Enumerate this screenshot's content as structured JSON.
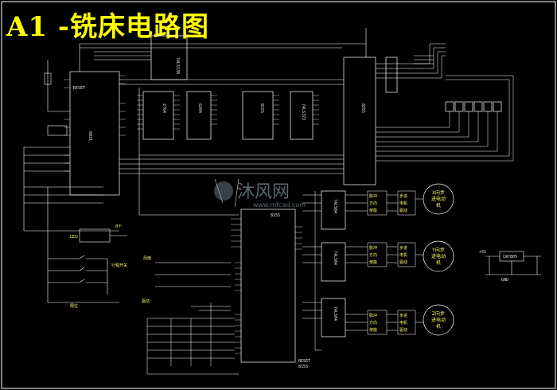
{
  "title": "A1 -铣床电路图",
  "chips": {
    "cpu_main": "8031",
    "eprom1": "2764",
    "eprom2": "6264",
    "eprom3": "8155",
    "port_top": "8255",
    "port_mid": "8155",
    "driver1": "74LS04",
    "driver2": "74LS04",
    "driver3": "74LS04",
    "latch": "74LS373",
    "decoder": "74LS138",
    "reset": "RESET",
    "regulator": "CW7805"
  },
  "labels": {
    "led": "LED",
    "led_sub": "8个",
    "keys": "行程开关",
    "reset_label": "RESET",
    "bottom_chip": "8155",
    "limit": "限位",
    "ccw": "电机",
    "pulse": "脉冲",
    "dir": "方向",
    "enable": "使能",
    "drive": "驱动",
    "fan": "风扇",
    "row_labels": [
      "脉冲",
      "方向",
      "使能"
    ],
    "col_labels": [
      "步进",
      "电机",
      "驱动"
    ]
  },
  "motors": [
    {
      "line1": "X向步",
      "line2": "进电动",
      "line3": "机"
    },
    {
      "line1": "Y向步",
      "line2": "进电动",
      "line3": "机"
    },
    {
      "line1": "Z向步",
      "line2": "进电动",
      "line3": "机"
    }
  ],
  "power": {
    "input": "+5V",
    "gnd": "GND"
  },
  "watermark": {
    "brand": "沐风网",
    "url": "www.mfcad.com"
  }
}
